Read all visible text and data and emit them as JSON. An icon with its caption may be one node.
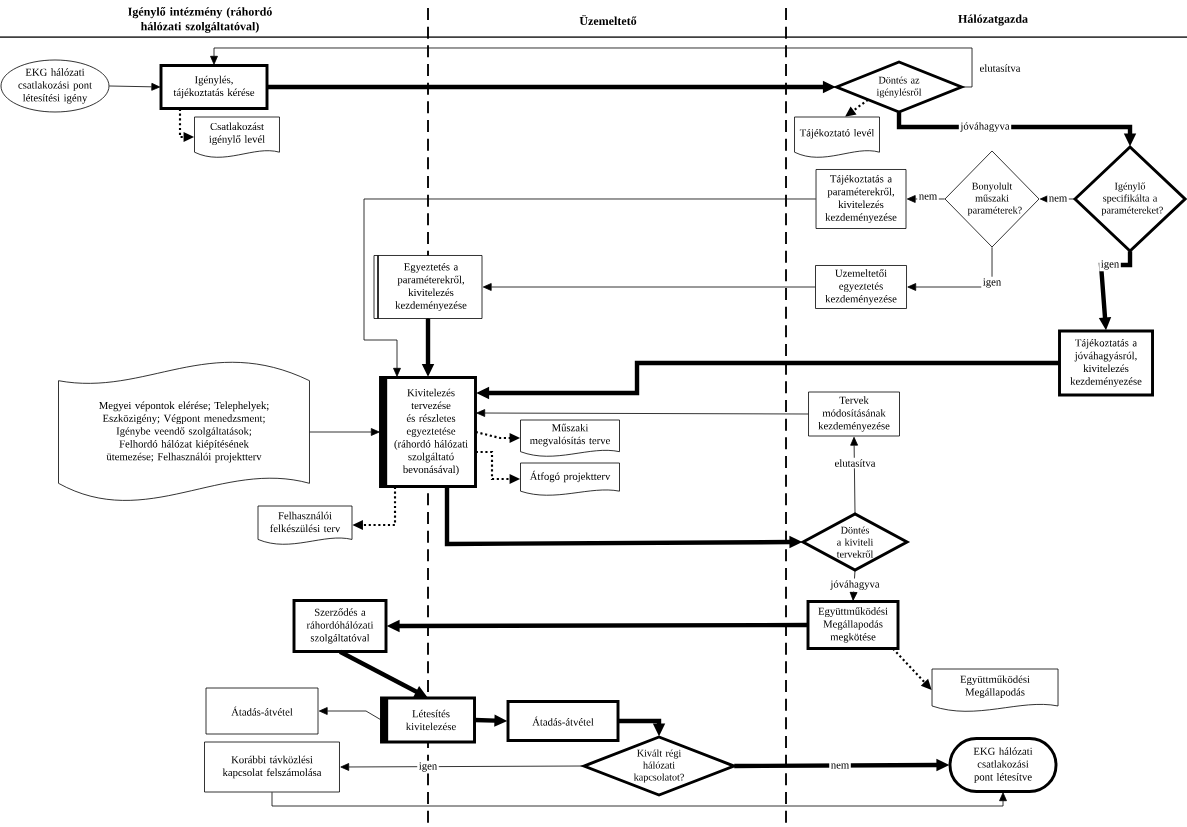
{
  "diagram": {
    "nodes": [
      {
        "text": [
          "EKG hálózati csatlakozási pont létesítési igény"
        ]
      },
      {
        "text": [
          "Igénylés, tájékoztatás kérése"
        ]
      },
      {
        "text": [
          "Csatlakozást igénylő levél"
        ]
      },
      {
        "text": [
          "Döntés az igénylésről"
        ]
      },
      {
        "text": [
          "Tájékoztató levél"
        ]
      },
      {
        "text": [
          "Igénylő specifikálta a paramétereket?"
        ]
      },
      {
        "text": [
          "Bonyolult műszaki paraméterek?"
        ]
      },
      {
        "text": [
          "Tájékoztatás a paraméterekről, kivitelezés kezdeményezése"
        ]
      },
      {
        "text": [
          "Uzemeltetői egyeztetés kezdeményezése"
        ]
      },
      {
        "text": [
          "Egyeztetés a paraméterekről, kivitelezés kezdeményezése"
        ]
      },
      {
        "text": [
          "Tájékoztatás a jóváhagyásról, kivitelezés kezdeményezése"
        ]
      },
      {
        "text": [
          "Megyei vépontok elérése; Telephelyek; Eszközigény; Végpont menedzsment; Igénybe veendő szolgáltatások; Felhordó hálózat kiépítésének ütemezése; Felhasználói projektterv"
        ]
      },
      {
        "text": [
          "Kivitelezés tervezése és részletes egyeztetése (ráhordó hálózati szolgáltató bevonásával)"
        ]
      },
      {
        "text": [
          "Műszaki megvalósítás terve"
        ]
      },
      {
        "text": [
          "Átfogó projektterv"
        ]
      },
      {
        "text": [
          "Felhasználói felkészülési terv"
        ]
      },
      {
        "text": [
          "Tervek módosításának kezdeményezése"
        ]
      },
      {
        "text": [
          "Döntés a kiviteli tervekről"
        ]
      },
      {
        "text": [
          "Együttműködési Megállapodás megkötése"
        ]
      },
      {
        "text": [
          "Együttműködési Megállapodás"
        ]
      },
      {
        "text": [
          "Szerződés a ráhordóhálózati szolgáltatóval"
        ]
      },
      {
        "text": [
          "Létesítés kivitelezése"
        ]
      },
      {
        "text": [
          "Átadás-átvétel"
        ]
      },
      {
        "text": [
          "Átadás-átvétel"
        ]
      },
      {
        "text": [
          "Kivált régi hálózati kapcsolatot?"
        ]
      },
      {
        "text": [
          "Korábbi távközlési kapcsolat felszámolása"
        ]
      },
      {
        "text": [
          "EKG hálózati csatlakozási pont létesítve"
        ]
      }
    ],
    "edges": [
      {
        "from": 0,
        "to": 1,
        "arrow": "to"
      },
      {
        "from": 1,
        "to": 3,
        "arrow": "to",
        "style": "thick"
      },
      {
        "from": 1,
        "to": 2,
        "arrow": "to",
        "style": "dashed"
      },
      {
        "from": 3,
        "to": 1,
        "arrow": "to",
        "label": "elutasítva"
      },
      {
        "from": 3,
        "to": 4,
        "arrow": "to",
        "style": "dashed"
      },
      {
        "from": 3,
        "to": 5,
        "arrow": "to",
        "label": "jóváhagyva",
        "style": "thick"
      },
      {
        "from": 5,
        "to": 6,
        "arrow": "to",
        "label": "nem"
      },
      {
        "from": 6,
        "to": 7,
        "arrow": "to",
        "label": "nem"
      },
      {
        "from": 6,
        "to": 8,
        "arrow": "to",
        "label": "igen"
      },
      {
        "from": 5,
        "to": 10,
        "arrow": "to",
        "label": "igen",
        "style": "thick"
      },
      {
        "from": 7,
        "to": 12,
        "arrow": "to"
      },
      {
        "from": 8,
        "to": 9,
        "arrow": "to"
      },
      {
        "from": 9,
        "to": 12,
        "arrow": "to",
        "style": "thick"
      },
      {
        "from": 10,
        "to": 12,
        "arrow": "to",
        "style": "thick"
      },
      {
        "from": 11,
        "to": 12,
        "arrow": "to"
      },
      {
        "from": 12,
        "to": 13,
        "arrow": "to",
        "style": "dashed"
      },
      {
        "from": 12,
        "to": 14,
        "arrow": "to",
        "style": "dashed"
      },
      {
        "from": 12,
        "to": 15,
        "arrow": "to",
        "style": "dashed"
      },
      {
        "from": 16,
        "to": 12,
        "arrow": "to"
      },
      {
        "from": 12,
        "to": 17,
        "arrow": "to",
        "style": "thick"
      },
      {
        "from": 17,
        "to": 16,
        "arrow": "to",
        "label": "elutasítva"
      },
      {
        "from": 17,
        "to": 18,
        "arrow": "to",
        "label": "jóváhagyva"
      },
      {
        "from": 18,
        "to": 20,
        "arrow": "to",
        "style": "thick"
      },
      {
        "from": 18,
        "to": 19,
        "arrow": "to",
        "style": "dashed"
      },
      {
        "from": 20,
        "to": 21,
        "arrow": "to",
        "style": "thick"
      },
      {
        "from": 21,
        "to": 22,
        "arrow": "to"
      },
      {
        "from": 21,
        "to": 23,
        "arrow": "to",
        "style": "thick"
      },
      {
        "from": 23,
        "to": 24,
        "arrow": "to",
        "style": "thick"
      },
      {
        "from": 24,
        "to": 25,
        "arrow": "to",
        "label": "igen"
      },
      {
        "from": 24,
        "to": 26,
        "arrow": "to",
        "label": "nem",
        "style": "thick"
      },
      {
        "from": 25,
        "to": 26,
        "arrow": "to"
      }
    ],
    "labels": [
      "Igénylő intézmény (ráhordó hálózati szolgáltatóval)",
      "Üzemeltető",
      "Hálózatgazda"
    ]
  }
}
